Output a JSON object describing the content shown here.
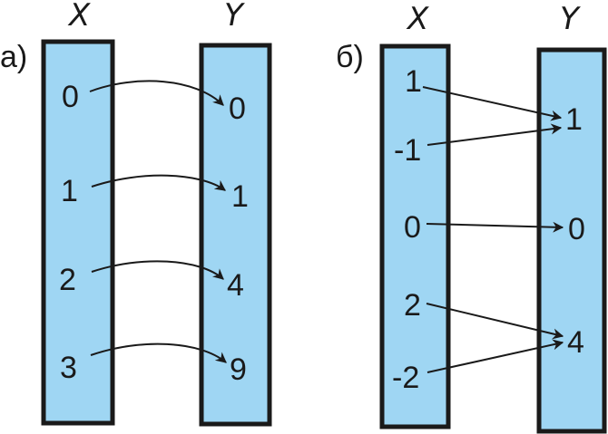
{
  "diagram": {
    "panel_a": {
      "label": "а)",
      "x_title": "X",
      "y_title": "Y",
      "x_values": [
        "0",
        "1",
        "2",
        "3"
      ],
      "y_values": [
        "0",
        "1",
        "4",
        "9"
      ],
      "mapping": [
        [
          "0",
          "0"
        ],
        [
          "1",
          "1"
        ],
        [
          "2",
          "4"
        ],
        [
          "3",
          "9"
        ]
      ]
    },
    "panel_b": {
      "label": "б)",
      "x_title": "X",
      "y_title": "Y",
      "x_values": [
        "1",
        "-1",
        "0",
        "2",
        "-2"
      ],
      "y_values": [
        "1",
        "0",
        "4"
      ],
      "mapping": [
        [
          "1",
          "1"
        ],
        [
          "-1",
          "1"
        ],
        [
          "0",
          "0"
        ],
        [
          "2",
          "4"
        ],
        [
          "-2",
          "4"
        ]
      ]
    },
    "colors": {
      "set_fill": "#9fd6f3",
      "stroke": "#1a1a1a"
    }
  }
}
